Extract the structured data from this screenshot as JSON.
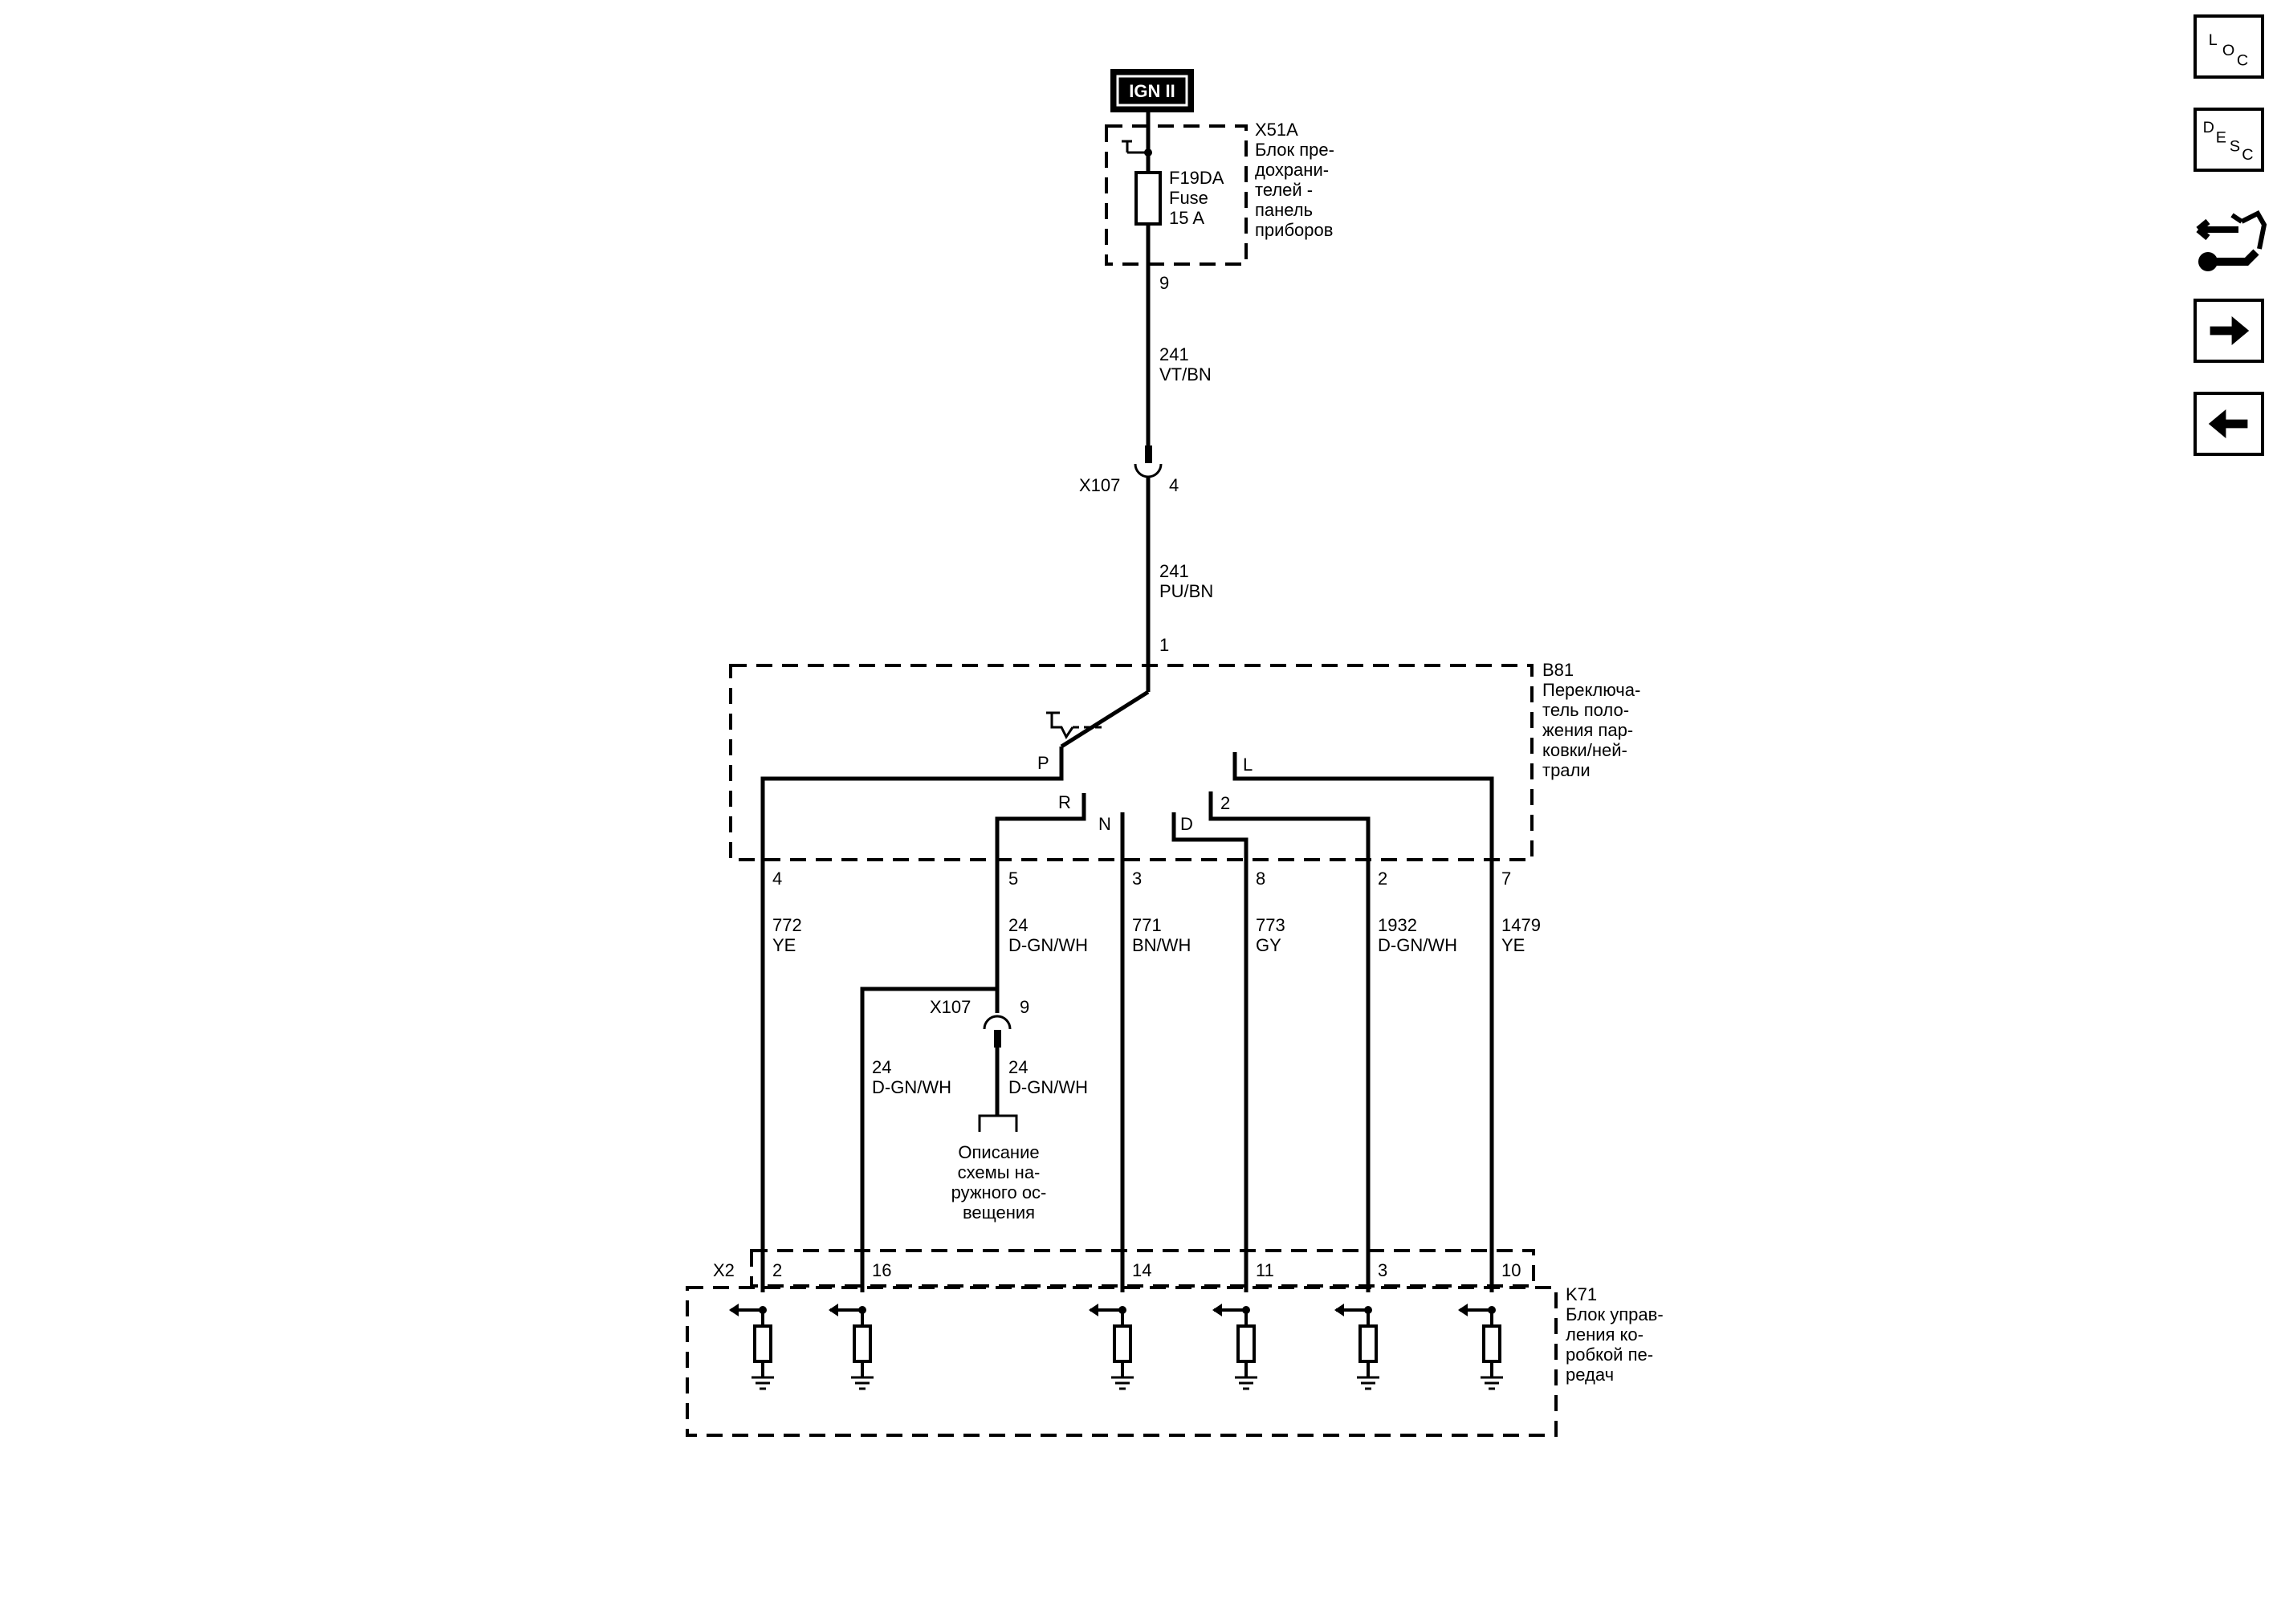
{
  "power": {
    "source": "IGN II"
  },
  "fuse_block": {
    "id": "X51A",
    "name_lines": [
      "Блок пре-",
      "дохрани-",
      "телей -",
      "панель",
      "приборов"
    ],
    "fuse_id": "F19DA",
    "fuse_type": "Fuse",
    "fuse_rating": "15 A",
    "out_pin": "9"
  },
  "wire_top": {
    "circuit": "241",
    "color": "VT/BN"
  },
  "inline_connector": {
    "id": "X107",
    "pin_top": "4",
    "pin_lower": "9"
  },
  "wire_mid": {
    "circuit": "241",
    "color": "PU/BN"
  },
  "switch": {
    "id": "B81",
    "name_lines": [
      "Переключа-",
      "тель поло-",
      "жения пар-",
      "ковки/ней-",
      "трали"
    ],
    "in_pin": "1",
    "positions": {
      "p": "P",
      "r": "R",
      "n": "N",
      "d": "D",
      "two": "2",
      "l": "L"
    },
    "out_pins": [
      "4",
      "5",
      "3",
      "8",
      "2",
      "7"
    ]
  },
  "wires_lower": [
    {
      "circuit": "772",
      "color": "YE"
    },
    {
      "circuit": "24",
      "color": "D-GN/WH"
    },
    {
      "circuit": "771",
      "color": "BN/WH"
    },
    {
      "circuit": "773",
      "color": "GY"
    },
    {
      "circuit": "1932",
      "color": "D-GN/WH"
    },
    {
      "circuit": "1479",
      "color": "YE"
    }
  ],
  "splice_branch": {
    "left": {
      "circuit": "24",
      "color": "D-GN/WH"
    },
    "down": {
      "circuit": "24",
      "color": "D-GN/WH"
    },
    "reference_lines": [
      "Описание",
      "схемы на-",
      "ружного ос-",
      "вещения"
    ]
  },
  "tcm": {
    "connector": "X2",
    "id": "K71",
    "name_lines": [
      "Блок управ-",
      "ления ко-",
      "робкой пе-",
      "редач"
    ],
    "pins": [
      "2",
      "16",
      "14",
      "11",
      "3",
      "10"
    ]
  },
  "nav": {
    "loc": {
      "l": "L",
      "o": "O",
      "c": "C"
    },
    "desc": {
      "d": "D",
      "e": "E",
      "s": "S",
      "c": "C"
    },
    "icons": [
      "connector-end-view-icon",
      "next-arrow-icon",
      "previous-arrow-icon"
    ]
  }
}
